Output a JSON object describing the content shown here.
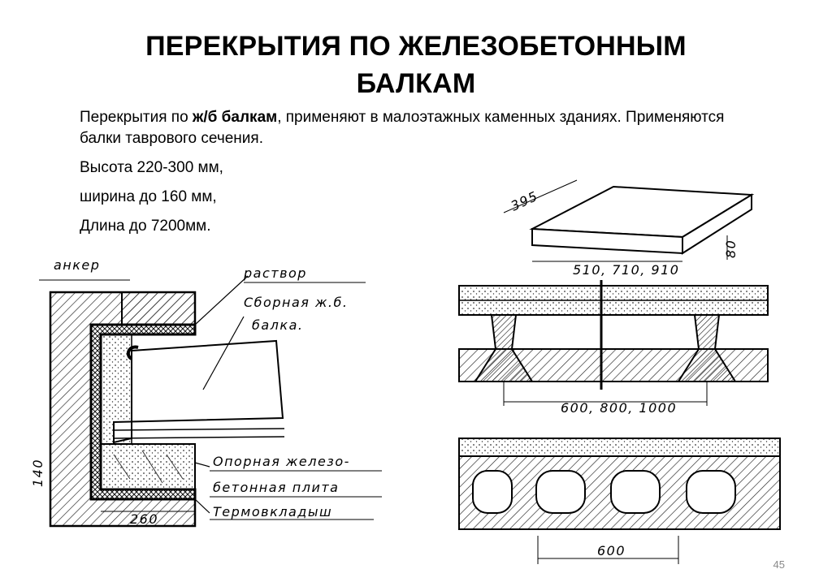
{
  "slide": {
    "title_line1": "ПЕРЕКРЫТИЯ ПО ЖЕЛЕЗОБЕТОННЫМ",
    "title_line2": "БАЛКАМ",
    "intro_before": "Перекрытия по ",
    "intro_bold": "ж/б балкам",
    "intro_after": ", применяют в малоэтажных каменных зданиях. Применяются балки таврового сечения.",
    "height": "Высота 220-300 мм,",
    "width": "ширина до 160 мм,",
    "length": "Длина до 7200мм.",
    "page_number": "45"
  },
  "left_drawing": {
    "labels": {
      "anchor": "анкер",
      "mortar": "раствор",
      "precast_line1": "Сборная ж.б.",
      "precast_line2": "балка.",
      "support_line1": "Опорная железо-",
      "support_line2": "бетонная плита",
      "thermal": "Термовкладыш"
    },
    "dimensions": {
      "depth": "260",
      "height": "140"
    }
  },
  "right_drawing": {
    "panel_width": "395",
    "panel_thickness": "80",
    "panel_sizes": "510, 710, 910",
    "beam_spacing": "600, 800, 1000",
    "slab_spacing": "600"
  }
}
